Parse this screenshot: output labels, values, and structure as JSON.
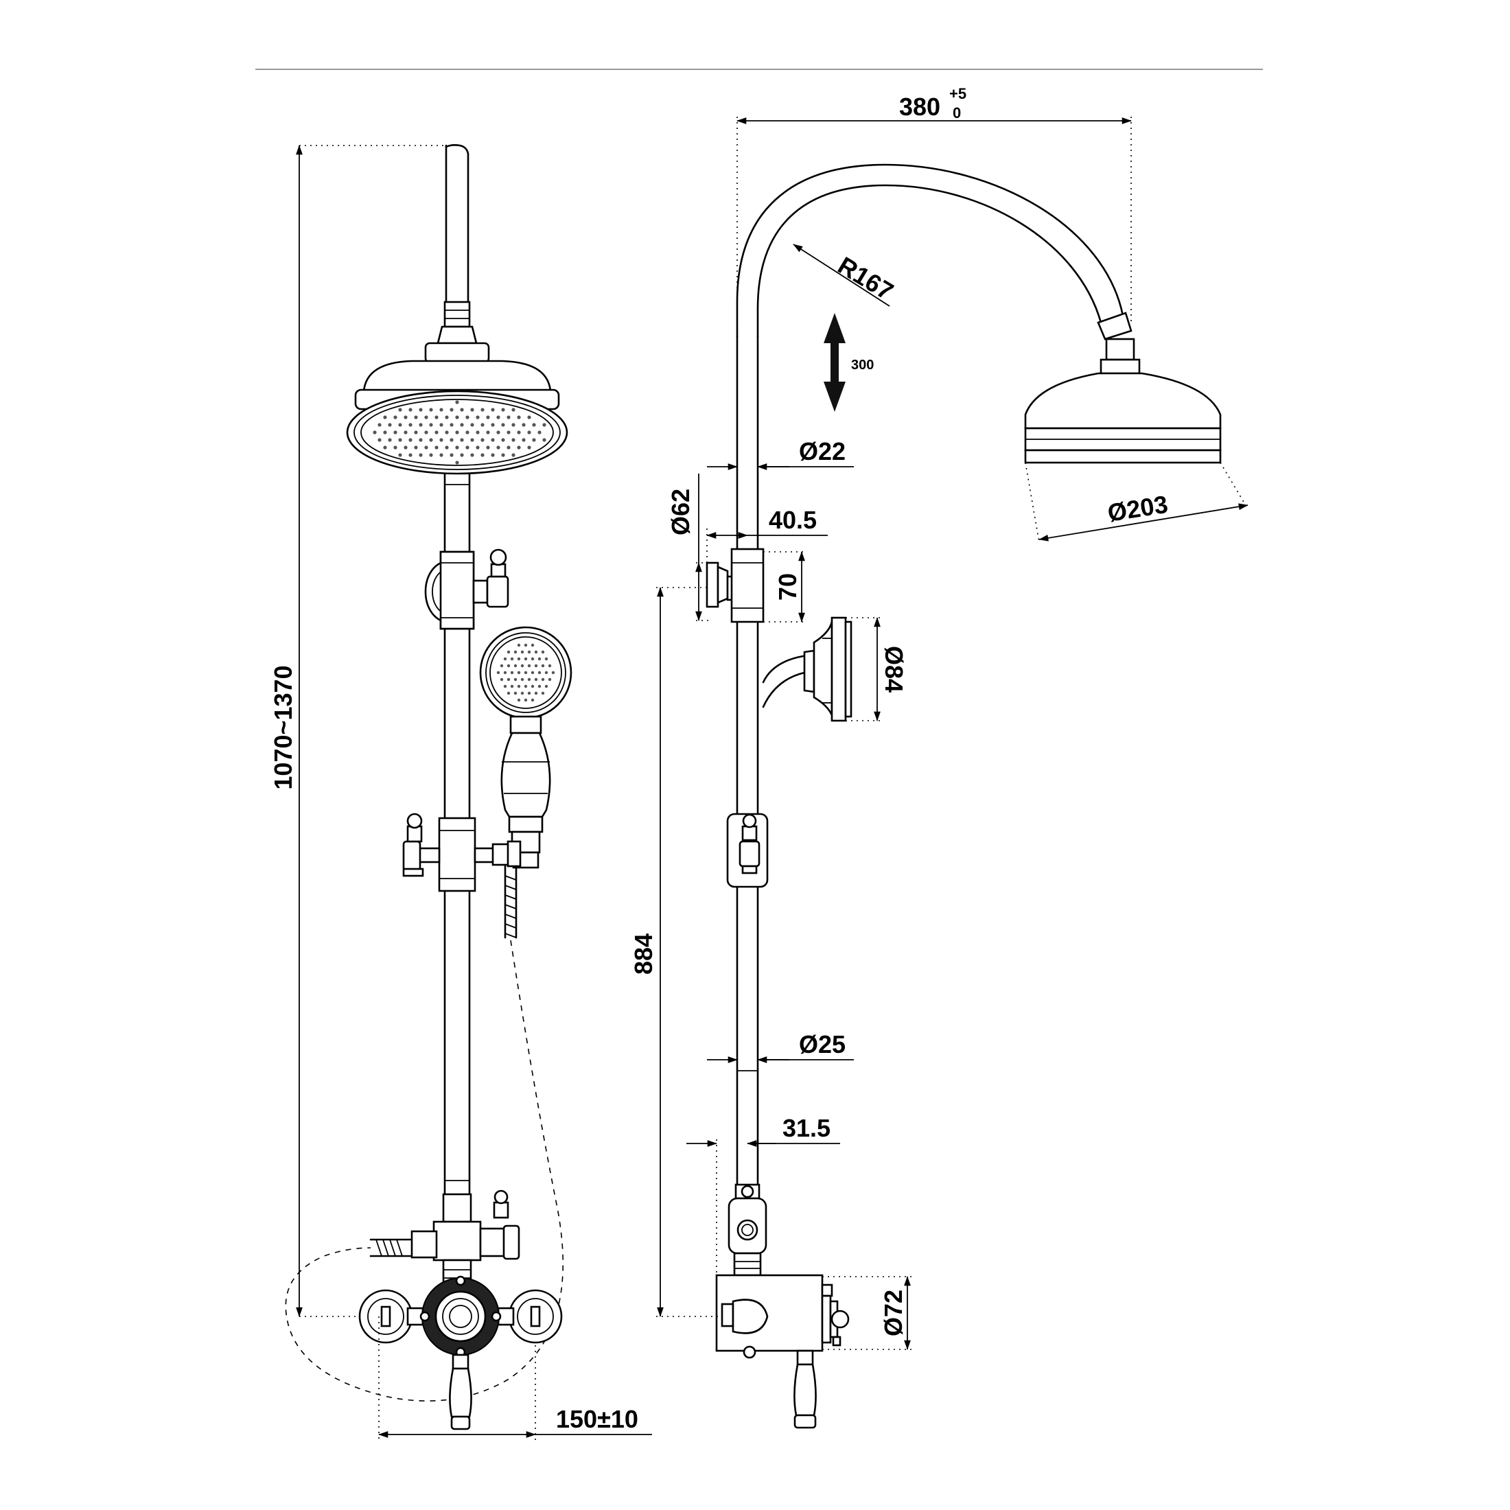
{
  "dimensions": {
    "total_height": "1070~1370",
    "arm_reach": "380",
    "arm_reach_tol_upper": "+5",
    "arm_reach_tol_lower": "0",
    "arm_radius": "R167",
    "slide_travel": "300",
    "upper_pipe_dia": "Ø22",
    "bracket_dia": "Ø62",
    "bracket_offset": "40.5",
    "bracket_height": "70",
    "handset_dia": "Ø84",
    "head_dia": "Ø203",
    "outlet_height": "884",
    "lower_pipe_dia": "Ø25",
    "valve_offset": "31.5",
    "valve_dia": "Ø72",
    "inlet_centres": "150±10"
  },
  "colors": {
    "line": "#000000",
    "background": "#ffffff"
  }
}
